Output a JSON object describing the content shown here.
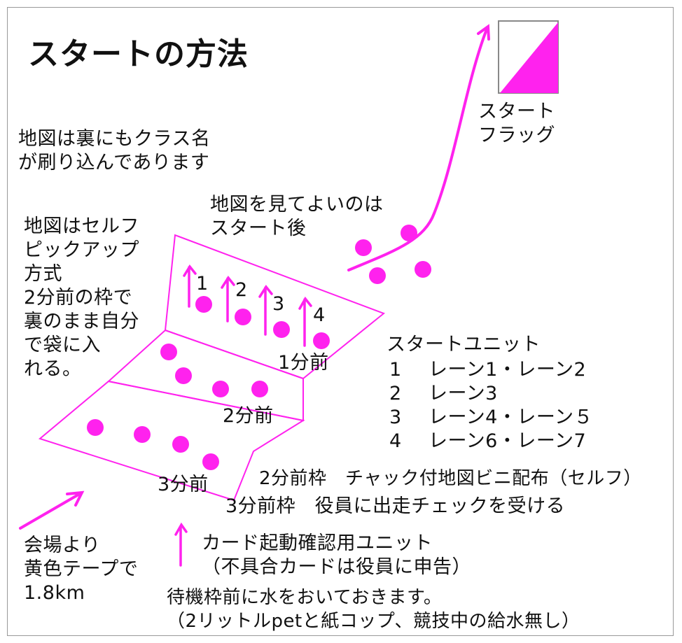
{
  "title": "スタートの方法",
  "start_flag_label": [
    "スタート",
    "フラッグ"
  ],
  "map_back_note": [
    "地図は裏にもクラス名",
    "が刷り込んであります"
  ],
  "map_view_note": [
    "地図を見てよいのは",
    "スタート後"
  ],
  "self_pickup_note": [
    "地図はセルフ",
    "ピックアップ",
    "方式",
    "2分前の枠で",
    "裏のまま自分",
    "で袋に入",
    "れる。"
  ],
  "lane_numbers": [
    "1",
    "2",
    "3",
    "4"
  ],
  "box_labels": {
    "one_min": "1分前",
    "two_min": "2分前",
    "three_min": "3分前"
  },
  "start_units": {
    "heading": "スタートユニット",
    "rows": [
      {
        "num": "1",
        "lanes": "レーン1・レーン2"
      },
      {
        "num": "2",
        "lanes": "レーン3"
      },
      {
        "num": "3",
        "lanes": "レーン4・レーン５"
      },
      {
        "num": "4",
        "lanes": "レーン6・レーン7"
      }
    ]
  },
  "two_min_frame_note": "2分前枠　チャック付地図ビニ配布（セルフ）",
  "three_min_frame_note": "3分前枠　役員に出走チェックを受ける",
  "venue_note": [
    "会場より",
    "黄色テープで",
    "1.8km"
  ],
  "card_unit_note": [
    "カード起動確認用ユニット",
    "（不具合カードは役員に申告）"
  ],
  "water_note": [
    "待機枠前に水をおいておきます。",
    "（2リットルpetと紙コップ、競技中の給水無し）"
  ],
  "colors": {
    "accent": "#ff22ee",
    "text": "#111111",
    "frame": "#999999"
  }
}
